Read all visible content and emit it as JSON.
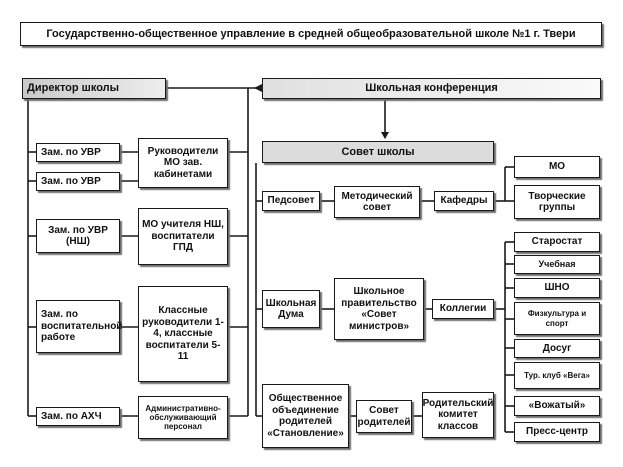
{
  "title": "Государственно-общественное управление в средней общеобразовательной школе №1 г. Твери",
  "director": "Директор школы",
  "conference": "Школьная конференция",
  "council": "Совет школы",
  "deputies": {
    "uvr1": "Зам. по УВР",
    "uvr2": "Зам. по УВР",
    "uvr_ns": "Зам. по УВР (НШ)",
    "vr": "Зам. по воспитательной работе",
    "ahch": "Зам. по АХЧ"
  },
  "subordinates": {
    "mo_heads": "Руководители МО зав. кабинетами",
    "mo_teachers": "МО учителя НШ, воспитатели ГПД",
    "class_heads": "Классные руководители 1-4, классные воспитатели 5-11",
    "admin_staff": "Административно-обслуживающий персонал"
  },
  "pedsovet_row": {
    "pedsovet": "Педсовет",
    "method": "Методический совет",
    "departments": "Кафедры",
    "mo": "МО",
    "creative": "Творческие группы"
  },
  "duma_row": {
    "duma": "Школьная Дума",
    "government": "Школьное правительство «Совет министров»",
    "colleges": "Коллегии"
  },
  "colleges_list": [
    "Старостат",
    "Учебная",
    "ШНО",
    "Физкультура и спорт",
    "Досуг",
    "Тур. клуб «Вега»",
    "«Вожатый»",
    "Пресс-центр"
  ],
  "parents_row": {
    "association": "Общественное объединение родителей «Становление»",
    "council": "Совет родителей",
    "committee": "Родительский комитет классов"
  }
}
